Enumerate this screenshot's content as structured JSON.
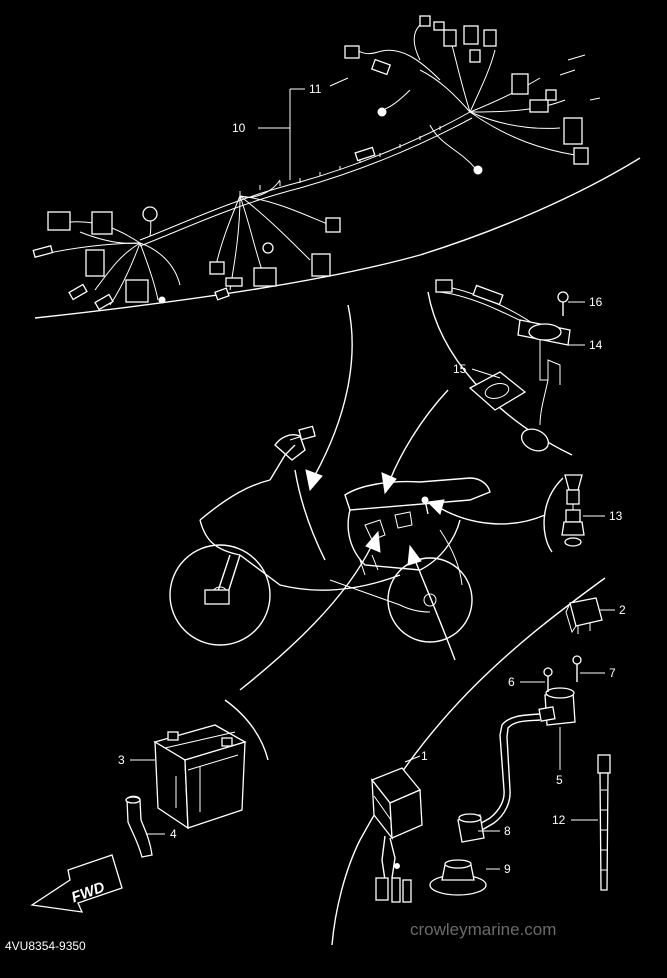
{
  "diagram": {
    "part_code": "4VU8354-9350",
    "watermark": "crowleymarine.com",
    "direction_label": "FWD",
    "callouts": [
      {
        "id": "c1",
        "label": "1"
      },
      {
        "id": "c2",
        "label": "2"
      },
      {
        "id": "c3",
        "label": "3"
      },
      {
        "id": "c4",
        "label": "4"
      },
      {
        "id": "c5",
        "label": "5"
      },
      {
        "id": "c6",
        "label": "6"
      },
      {
        "id": "c7",
        "label": "7"
      },
      {
        "id": "c8",
        "label": "8"
      },
      {
        "id": "c9",
        "label": "9"
      },
      {
        "id": "c10",
        "label": "10"
      },
      {
        "id": "c11",
        "label": "11"
      },
      {
        "id": "c12",
        "label": "12"
      },
      {
        "id": "c13",
        "label": "13"
      },
      {
        "id": "c14",
        "label": "14"
      },
      {
        "id": "c15",
        "label": "15"
      },
      {
        "id": "c16",
        "label": "16"
      }
    ]
  },
  "colors": {
    "background": "#000000",
    "line": "#ffffff",
    "watermark": "#6a6a6a"
  }
}
